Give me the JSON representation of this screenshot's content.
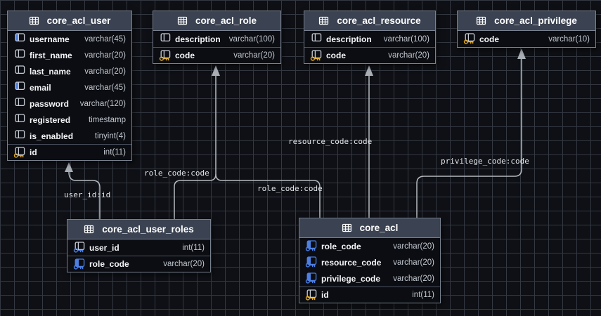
{
  "diagram_type": "eer-database-schema",
  "colors": {
    "canvas_bg": "#0e1015",
    "grid_line": "#343841",
    "table_header_bg": "#3b4251",
    "table_body_bg": "#0b0d12",
    "table_border": "#79818f",
    "column_text": "#f3f5f7",
    "type_text": "#c3c8d0",
    "fk_blue": "#4d80e2",
    "pk_yellow": "#e5a91f",
    "connector": "#b6bac0"
  },
  "tables": [
    {
      "id": "core_acl_user",
      "title": "core_acl_user",
      "columns": [
        {
          "name": "username",
          "type": "varchar(45)",
          "icon": "column-blue-icon"
        },
        {
          "name": "first_name",
          "type": "varchar(20)",
          "icon": "column-icon"
        },
        {
          "name": "last_name",
          "type": "varchar(20)",
          "icon": "column-icon"
        },
        {
          "name": "email",
          "type": "varchar(45)",
          "icon": "column-blue-icon"
        },
        {
          "name": "password",
          "type": "varchar(120)",
          "icon": "column-icon"
        },
        {
          "name": "registered",
          "type": "timestamp",
          "icon": "column-icon"
        },
        {
          "name": "is_enabled",
          "type": "tinyint(4)",
          "icon": "column-icon"
        },
        {
          "name": "id",
          "type": "int(11)",
          "icon": "primary-key-icon",
          "section": "pk"
        }
      ]
    },
    {
      "id": "core_acl_role",
      "title": "core_acl_role",
      "columns": [
        {
          "name": "description",
          "type": "varchar(100)",
          "icon": "column-icon"
        },
        {
          "name": "code",
          "type": "varchar(20)",
          "icon": "primary-key-icon",
          "section": "pk"
        }
      ]
    },
    {
      "id": "core_acl_resource",
      "title": "core_acl_resource",
      "columns": [
        {
          "name": "description",
          "type": "varchar(100)",
          "icon": "column-icon"
        },
        {
          "name": "code",
          "type": "varchar(20)",
          "icon": "primary-key-icon",
          "section": "pk"
        }
      ]
    },
    {
      "id": "core_acl_privilege",
      "title": "core_acl_privilege",
      "columns": [
        {
          "name": "code",
          "type": "varchar(10)",
          "icon": "primary-key-icon"
        }
      ]
    },
    {
      "id": "core_acl_user_roles",
      "title": "core_acl_user_roles",
      "columns": [
        {
          "name": "user_id",
          "type": "int(11)",
          "icon": "primary-foreign-key-icon"
        },
        {
          "name": "role_code",
          "type": "varchar(20)",
          "icon": "foreign-key-icon",
          "section": "pk"
        }
      ]
    },
    {
      "id": "core_acl",
      "title": "core_acl",
      "columns": [
        {
          "name": "role_code",
          "type": "varchar(20)",
          "icon": "foreign-key-icon"
        },
        {
          "name": "resource_code",
          "type": "varchar(20)",
          "icon": "foreign-key-icon"
        },
        {
          "name": "privilege_code",
          "type": "varchar(20)",
          "icon": "foreign-key-icon"
        },
        {
          "name": "id",
          "type": "int(11)",
          "icon": "primary-key-icon",
          "section": "pk"
        }
      ]
    }
  ],
  "relationships": [
    {
      "label": "user_id:id",
      "from": "core_acl_user_roles",
      "to": "core_acl_user"
    },
    {
      "label": "role_code:code",
      "from": "core_acl_user_roles",
      "to": "core_acl_role"
    },
    {
      "label": "role_code:code",
      "from": "core_acl",
      "to": "core_acl_role"
    },
    {
      "label": "resource_code:code",
      "from": "core_acl",
      "to": "core_acl_resource"
    },
    {
      "label": "privilege_code:code",
      "from": "core_acl",
      "to": "core_acl_privilege"
    }
  ]
}
